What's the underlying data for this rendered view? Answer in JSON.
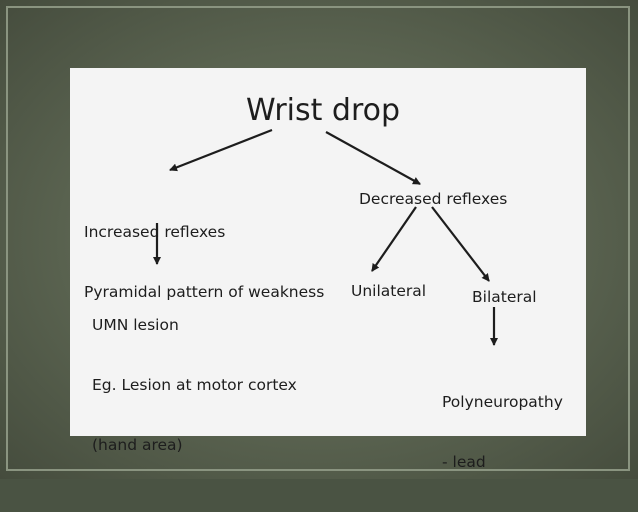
{
  "title": "Wrist drop",
  "nodes": {
    "increased": {
      "line1": "Increased reflexes",
      "line2": "Pyramidal pattern of weakness"
    },
    "decreased": "Decreased reflexes",
    "umn": {
      "line1": "UMN lesion",
      "line2": "Eg. Lesion at motor cortex",
      "line3": "(hand area)"
    },
    "unilateral": "Unilateral",
    "bilateral": "Bilateral",
    "polyneuropathy": {
      "line1": "Polyneuropathy",
      "line2": "- lead"
    }
  },
  "colors": {
    "background": "#5a6350",
    "panel": "#f4f4f4",
    "text": "#1d1d1d",
    "arrow": "#1d1d1d"
  }
}
